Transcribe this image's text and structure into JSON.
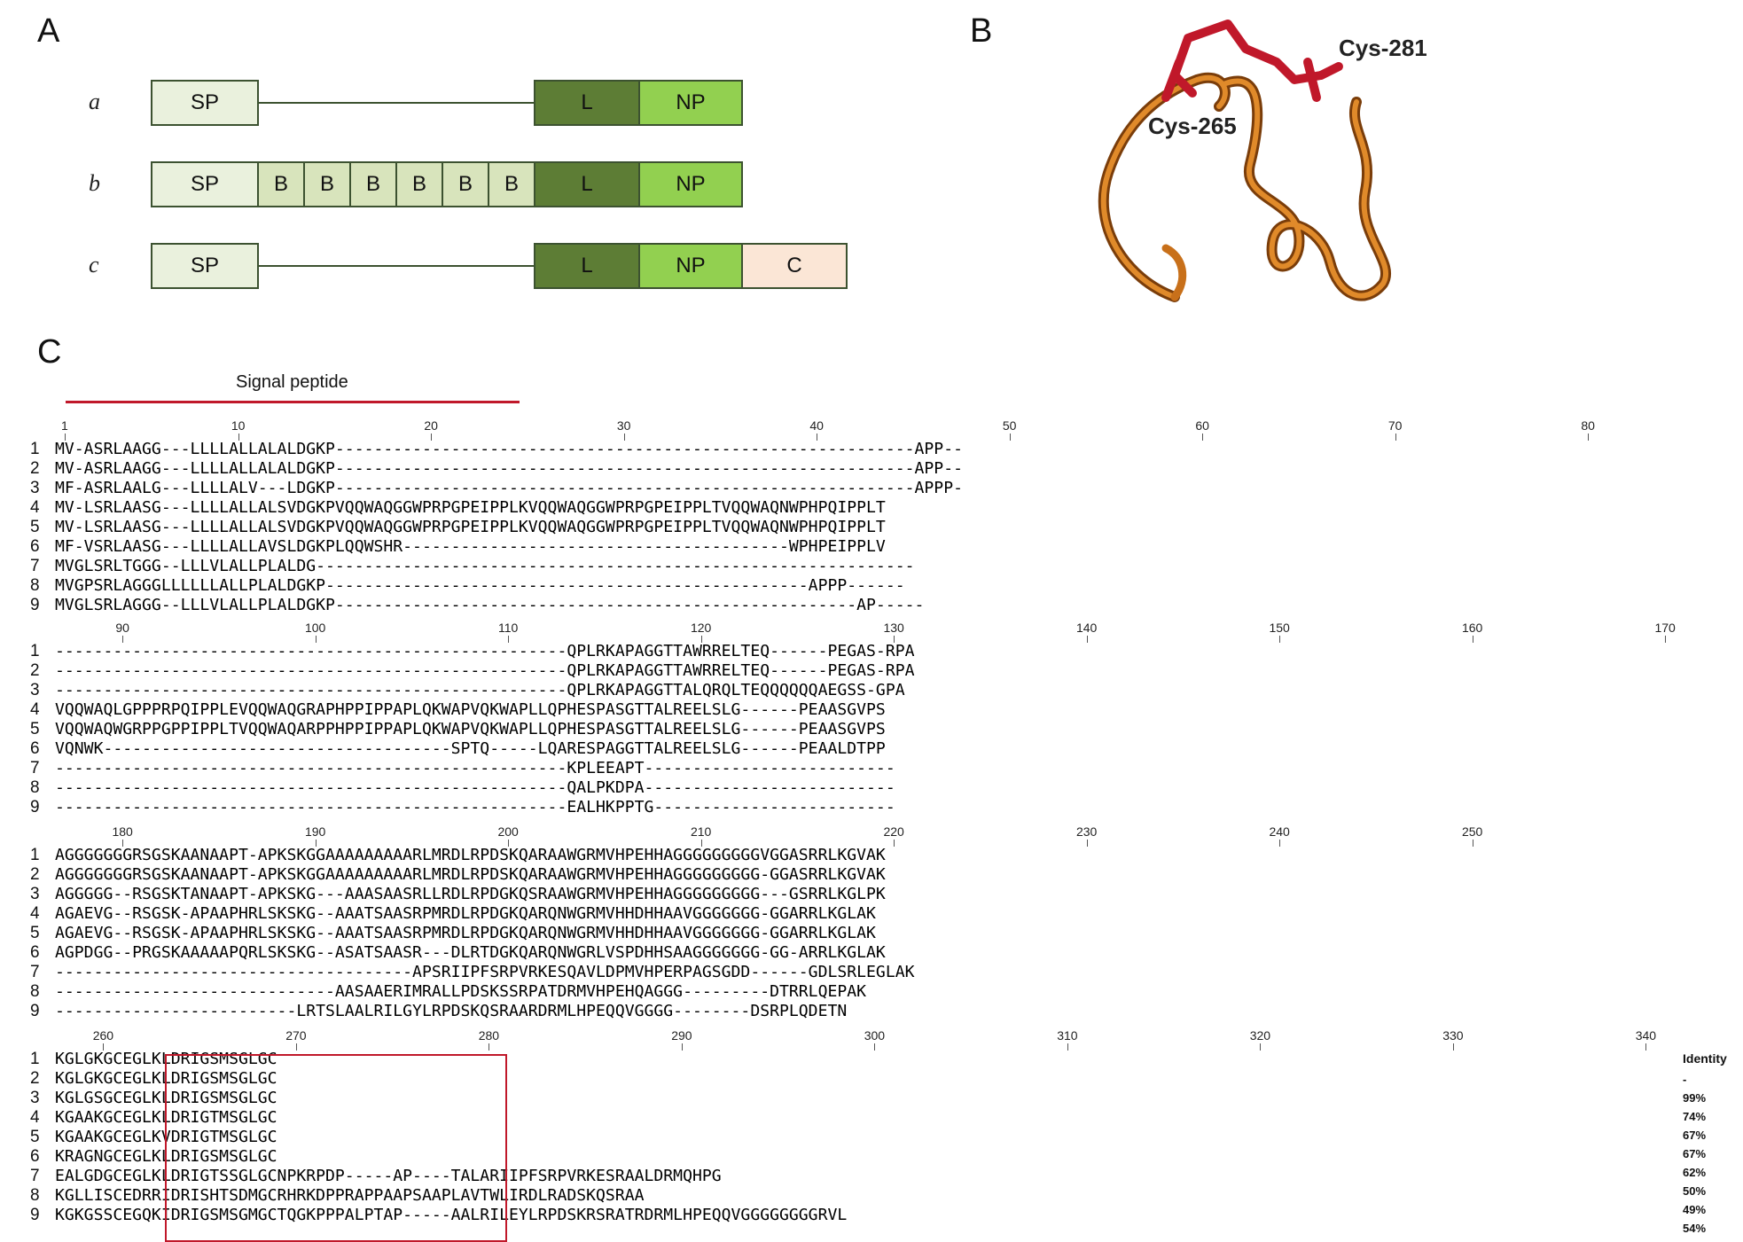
{
  "panels": {
    "a": "A",
    "b": "B",
    "c": "C"
  },
  "domains": {
    "rows": [
      {
        "label": "a",
        "segments": [
          {
            "t": "sp",
            "text": "SP"
          },
          {
            "t": "line"
          },
          {
            "t": "l",
            "text": "L"
          },
          {
            "t": "np",
            "text": "NP"
          }
        ]
      },
      {
        "label": "b",
        "segments": [
          {
            "t": "sp",
            "text": "SP"
          },
          {
            "t": "b",
            "text": "B"
          },
          {
            "t": "b",
            "text": "B"
          },
          {
            "t": "b",
            "text": "B"
          },
          {
            "t": "b",
            "text": "B"
          },
          {
            "t": "b",
            "text": "B"
          },
          {
            "t": "b",
            "text": "B"
          },
          {
            "t": "l",
            "text": "L"
          },
          {
            "t": "np",
            "text": "NP"
          }
        ]
      },
      {
        "label": "c",
        "segments": [
          {
            "t": "sp",
            "text": "SP"
          },
          {
            "t": "line"
          },
          {
            "t": "l",
            "text": "L"
          },
          {
            "t": "np",
            "text": "NP"
          },
          {
            "t": "c",
            "text": "C"
          }
        ]
      }
    ]
  },
  "structure": {
    "cys1": "Cys-265",
    "cys2": "Cys-281",
    "colors": {
      "backbone": "#c8701a",
      "cys": "#c0182a"
    }
  },
  "alignment": {
    "signal_label": "Signal peptide",
    "blocks": [
      {
        "ruler": [
          1,
          10,
          20,
          30,
          40,
          50,
          60,
          70,
          80
        ],
        "rows": [
          "MV-ASRLAAGG---LLLLALLALALDGKP------------------------------------------------------------APP--",
          "MV-ASRLAAGG---LLLLALLALALDGKP------------------------------------------------------------APP--",
          "MF-ASRLAALG---LLLLALV---LDGKP------------------------------------------------------------APPP-",
          "MV-LSRLAASG---LLLLALLALSVDGKPVQQWAQGGWPRPGPEIPPLKVQQWAQGGWPRPGPEIPPLTVQQWAQNWPHPQIPPLT",
          "MV-LSRLAASG---LLLLALLALSVDGKPVQQWAQGGWPRPGPEIPPLKVQQWAQGGWPRPGPEIPPLTVQQWAQNWPHPQIPPLT",
          "MF-VSRLAASG---LLLLALLAVSLDGKPLQQWSHR----------------------------------------WPHPEIPPLV",
          "MVGLSRLTGGG--LLLVLALLPLALDG--------------------------------------------------------------",
          "MVGPSRLAGGGLLLLLLALLPLALDGKP--------------------------------------------------APPP------",
          "MVGLSRLAGGG--LLLVLALLPLALDGKP------------------------------------------------------AP-----"
        ]
      },
      {
        "ruler": [
          90,
          100,
          110,
          120,
          130,
          140,
          150,
          160,
          170
        ],
        "rows": [
          "-----------------------------------------------------QPLRKAPAGGTTAWRRELTEQ------PEGAS-RPA",
          "-----------------------------------------------------QPLRKAPAGGTTAWRRELTEQ------PEGAS-RPA",
          "-----------------------------------------------------QPLRKAPAGGTTALQRQLTEQQQQQQAEGSS-GPA",
          "VQQWAQLGPPPRPQIPPLEVQQWAQGRAPHPPIPPAPLQKWAPVQKWAPLLQPHESPASGTTALREELSLG------PEAASGVPS",
          "VQQWAQWGRPPGPPIPPLTVQQWAQARPPHPPIPPAPLQKWAPVQKWAPLLQPHESPASGTTALREELSLG------PEAASGVPS",
          "VQNWK------------------------------------SPTQ-----LQARESPAGGTTALREELSLG------PEAALDTPP",
          "-----------------------------------------------------KPLEEAPT--------------------------",
          "-----------------------------------------------------QALPKDPA--------------------------",
          "-----------------------------------------------------EALHKPPTG-------------------------"
        ]
      },
      {
        "ruler": [
          180,
          190,
          200,
          210,
          220,
          230,
          240,
          250
        ],
        "rows": [
          "AGGGGGGGRSGSKAANAAPT-APKSKGGAAAAAAAAARLMRDLRPDSKQARAAWGRMVHPEHHAGGGGGGGGGVGGASRRLKGVAK",
          "AGGGGGGGRSGSKAANAAPT-APKSKGGAAAAAAAAARLMRDLRPDSKQARAAWGRMVHPEHHAGGGGGGGGG-GGASRRLKGVAK",
          "AGGGGG--RSGSKTANAAPT-APKSKG---AAASAASRLLRDLRPDGKQSRAAWGRMVHPEHHAGGGGGGGGG---GSRRLKGLPK",
          "AGAEVG--RSGSK-APAAPHRLSKSKG--AAATSAASRPMRDLRPDGKQARQNWGRMVHHDHHAAVGGGGGGG-GGARRLKGLAK",
          "AGAEVG--RSGSK-APAAPHRLSKSKG--AAATSAASRPMRDLRPDGKQARQNWGRMVHHDHHAAVGGGGGGG-GGARRLKGLAK",
          "AGPDGG--PRGSKAAAAAPQRLSKSKG--ASATSAASR---DLRTDGKQARQNWGRLVSPDHHSAAGGGGGGG-GG-ARRLKGLAK",
          "-------------------------------------APSRIIPFSRPVRKESQAVLDPMVHPERPAGSGDD------GDLSRLEGLAK",
          "-----------------------------AASAAERIMRALLPDSKSSRPATDRMVHPEHQAGGG---------DTRRLQEPAK",
          "-------------------------LRTSLAALRILGYLRPDSKQSRAARDRMLHPEQQVGGGG--------DSRPLQDETN"
        ]
      },
      {
        "ruler": [
          260,
          270,
          280,
          290,
          300,
          310,
          320,
          330,
          340
        ],
        "rows": [
          "KGLGKGCEGLKLDRIGSMSGLGC",
          "KGLGKGCEGLKLDRIGSMSGLGC",
          "KGLGSGCEGLKLDRIGSMSGLGC",
          "KGAAKGCEGLKLDRIGTMSGLGC",
          "KGAAKGCEGLKVDRIGTMSGLGC",
          "KRAGNGCEGLKLDRIGSMSGLGC",
          "EALGDGCEGLKLDRIGTSSGLGCNPKRPDP-----AP----TALARIIPFSRPVRKESRAALDRMQHPG",
          "KGLLISCEDRRIDRISHTSDMGCRHRKDPPRAPPAAPSAAPLAVTWLIRDLRADSKQSRAA",
          "KGKGSSCEGQKIDRIGSMSGMGCTQGKPPPALPTAP-----AALRILEYLRPDSKRSRATRDRMLHPEQQVGGGGGGGGRVL"
        ]
      }
    ],
    "identity": {
      "header": "Identity",
      "values": [
        "-",
        "99%",
        "74%",
        "67%",
        "67%",
        "62%",
        "50%",
        "49%",
        "54%"
      ]
    }
  }
}
